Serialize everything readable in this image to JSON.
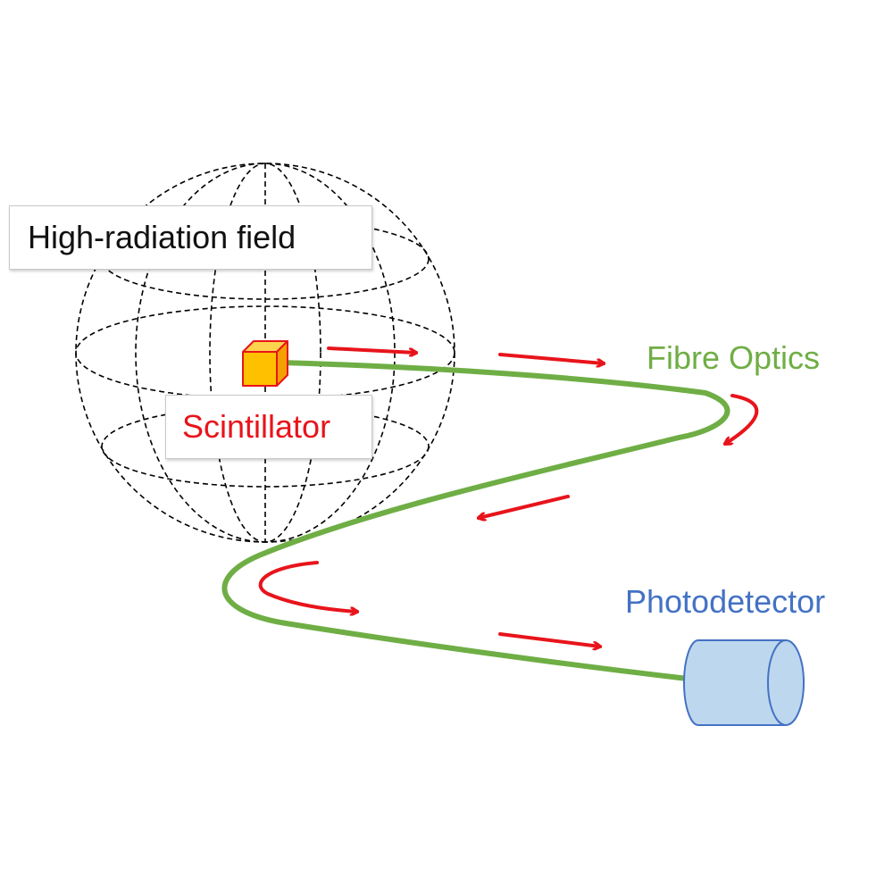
{
  "labels": {
    "field": "High-radiation field",
    "scintillator": "Scintillator",
    "fibre": "Fibre Optics",
    "photodetector": "Photodetector"
  },
  "colors": {
    "field_text": "#111111",
    "scintillator_text": "#e8141b",
    "fibre_text": "#6fae45",
    "fibre_line": "#6fae45",
    "photodetector_text": "#4472c4",
    "photodetector_fill": "#bdd7ee",
    "photodetector_stroke": "#4472c4",
    "arrows": "#e8141b",
    "scintillator_front": "#ffc000",
    "scintillator_side": "#f4a000",
    "scintillator_stroke": "#e8141b",
    "sphere_wire": "#000000"
  },
  "icons": {
    "sphere": "dashed-wireframe-sphere",
    "scintillator": "cube-icon",
    "photodetector": "cylinder-icon",
    "arrow": "arrow-icon"
  }
}
